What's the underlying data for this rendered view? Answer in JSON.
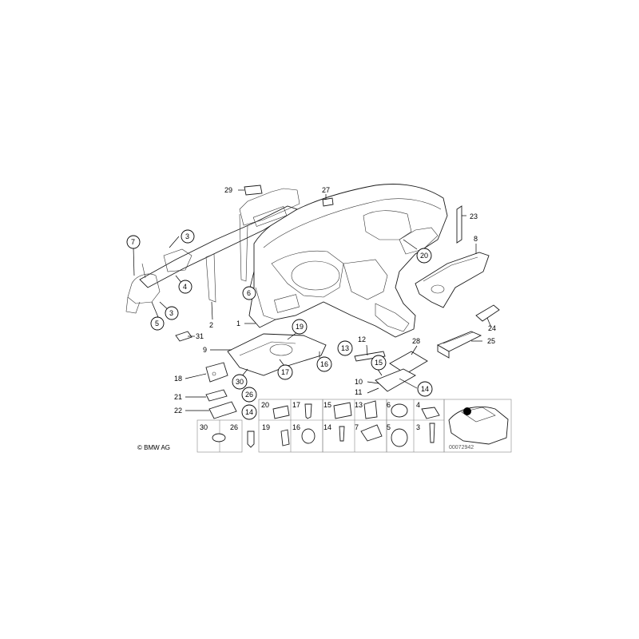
{
  "copyright": "© BMW AG",
  "doc_number": "00072942",
  "callouts": {
    "c1": "1",
    "c2": "2",
    "c3a": "3",
    "c3b": "3",
    "c4": "4",
    "c5": "5",
    "c6": "6",
    "c7": "7",
    "c8": "8",
    "c9": "9",
    "c10": "10",
    "c11": "11",
    "c12": "12",
    "c13": "13",
    "c14a": "14",
    "c14b": "14",
    "c15": "15",
    "c16": "16",
    "c17": "17",
    "c18": "18",
    "c19": "19",
    "c20": "20",
    "c21": "21",
    "c22": "22",
    "c23": "23",
    "c24": "24",
    "c25": "25",
    "c26": "26",
    "c27": "27",
    "c28": "28",
    "c29": "29",
    "c30": "30",
    "c31": "31"
  },
  "grid_labels": {
    "g30": "30",
    "g26": "26",
    "g20": "20",
    "g17": "17",
    "g15": "15",
    "g13": "13",
    "g6": "6",
    "g4": "4",
    "g19": "19",
    "g16": "16",
    "g14": "14",
    "g7": "7",
    "g5": "5",
    "g3": "3"
  }
}
